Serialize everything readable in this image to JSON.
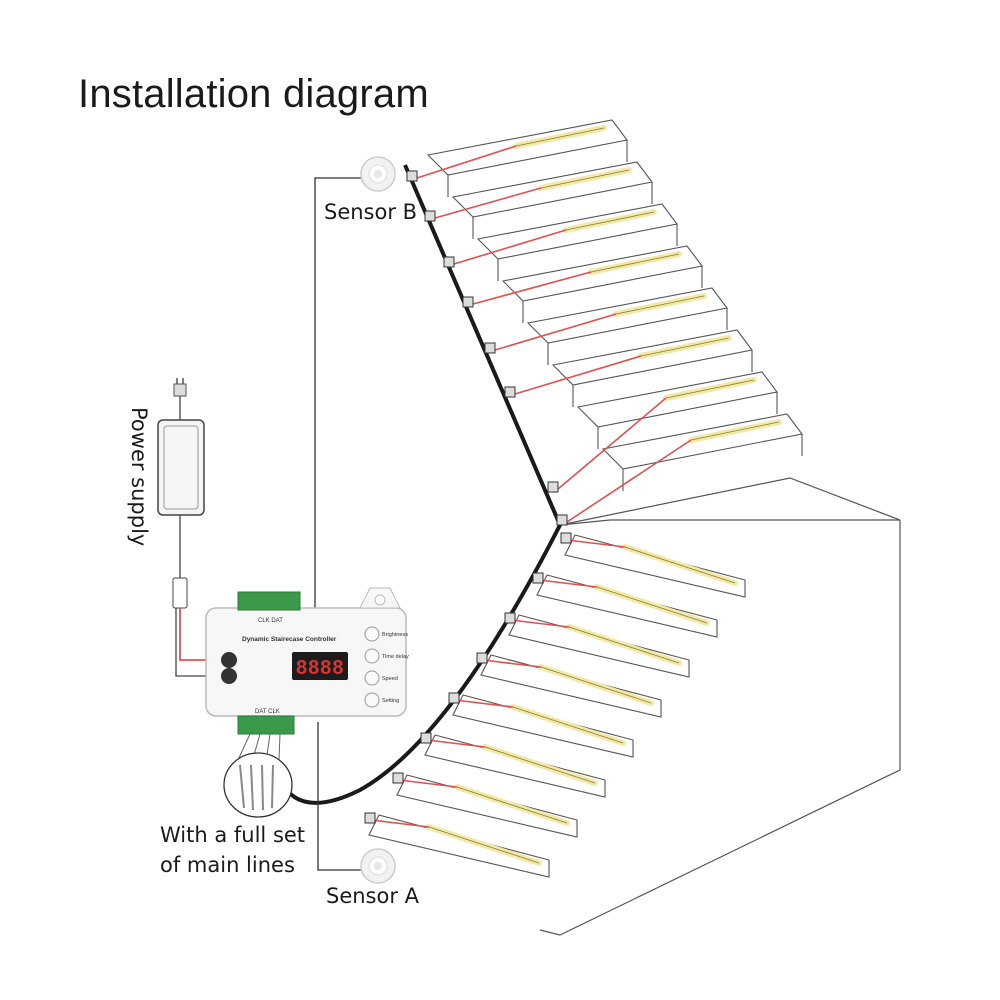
{
  "title": "Installation diagram",
  "labels": {
    "sensor_b": "Sensor B",
    "sensor_a": "Sensor A",
    "power_supply": "Power supply",
    "main_lines": "With a full set of main lines"
  },
  "controller": {
    "name": "Dynamic Stairecase Controller",
    "display": "8888",
    "buttons": [
      "Brightness",
      "Time delay",
      "Speed",
      "Setting"
    ],
    "top_terminal_label": "CLK DAT",
    "bottom_terminal_label": "DAT CLK"
  },
  "colors": {
    "led_strip": "#f3e9a6",
    "wire_red": "#e05050",
    "cable": "#1a1a1a",
    "terminal": "#3a9a4a",
    "display_digits": "#e23030"
  }
}
